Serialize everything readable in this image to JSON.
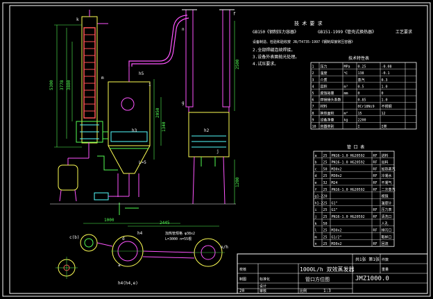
{
  "title_block": {
    "name_line1": "1000L/h 双效蒸发器",
    "name_line2": "管口方位图",
    "drawing_no": "JMZ1000.0",
    "scale": "1:3",
    "sheet": "20",
    "weight_label": "共1张 第1张"
  },
  "notes": {
    "heading": "技 术 要 求",
    "line1_a": "GB150《钢制压力容器》",
    "line1_b": "GB151-1999《管壳式换热器》",
    "line1_c": "工艺要求",
    "line2": "设备制造、检验和验收按  JB/T4735-1997《钢制焊接常压容器》",
    "line3": "2.全部焊缝连续焊接。",
    "line4": "3.设备外表面抛光处理。",
    "line5": "4.试压要求。"
  },
  "spec_table": {
    "heading": "技术特性表",
    "rows": [
      [
        "1",
        "压力",
        "MPa",
        "0.25",
        "-0.08"
      ],
      [
        "2",
        "温度",
        "℃",
        "138",
        "-0.1"
      ],
      [
        "3",
        "介质",
        "",
        "蒸汽",
        "0.3"
      ],
      [
        "4",
        "容积",
        "m³",
        "0.5",
        "1.0"
      ],
      [
        "5",
        "腐蚀裕量",
        "mm",
        "0",
        "0"
      ],
      [
        "6",
        "焊接接头系数",
        "",
        "0.85",
        "1.0"
      ],
      [
        "7",
        "材料",
        "",
        "0Cr18Ni9",
        "不锈钢"
      ],
      [
        "8",
        "换热面积",
        "m²",
        "15",
        "12"
      ],
      [
        "9",
        "设备净重",
        "kg",
        "2200",
        ""
      ],
      [
        "10",
        "容器类别",
        "",
        "I",
        "I类"
      ]
    ]
  },
  "nozzle_table": {
    "heading": "管 口 表",
    "rows": [
      [
        "a",
        "25",
        "PN16-1.0 HG20592",
        "RF",
        "进料"
      ],
      [
        "b",
        "25",
        "PN16-1.0 HG20592",
        "RF",
        "出料"
      ],
      [
        "c",
        "50",
        "M30x2",
        "RF",
        "加热蒸汽"
      ],
      [
        "d",
        "25",
        "M30x2",
        "RF",
        "冷凝水"
      ],
      [
        "e",
        "32",
        "M24",
        "RF",
        "不凝气"
      ],
      [
        "f",
        "25",
        "PN16-1.0 HG20592",
        "RF",
        "二次蒸汽"
      ],
      [
        "g1-2",
        "20",
        "",
        "",
        "视镜"
      ],
      [
        "h1-2",
        "25",
        "G1\"",
        "",
        "温度计"
      ],
      [
        "i",
        "25",
        "G1\"",
        "RF",
        "压力表"
      ],
      [
        "j",
        "25",
        "PN16-1.0 HG20592",
        "RF",
        "清洗口"
      ],
      [
        "k",
        "50",
        "",
        "",
        "人孔"
      ],
      [
        "l",
        "25",
        "M30x2",
        "RF",
        "排污口"
      ],
      [
        "m",
        "25",
        "G1/2\"",
        "",
        "取样口"
      ],
      [
        "n",
        "25",
        "M30x2",
        "RF",
        "回流"
      ]
    ]
  },
  "dimensions": {
    "d3778": "3778",
    "d3880": "3880",
    "d5300": "5300",
    "d2500": "2500",
    "d1340": "1340",
    "d2050": "2050",
    "d1000": "1000",
    "d2445": "2445",
    "d1200": "1200"
  },
  "labels": {
    "pipe_note": "加热管规格 φ38x2",
    "pipe_note2": "L=3000  n=55根",
    "h5": "h5",
    "h2": "h2",
    "h3": "h3",
    "h4": "h4",
    "h4e": "h4(h4,e)",
    "c_b": "c(b)",
    "l5": "L=5",
    "f_label": "f",
    "n_label": "n",
    "g_label": "g",
    "i_label": "i",
    "j_label": "j",
    "k_label": "k",
    "m_label": "m",
    "a_label": "a",
    "d_label": "d",
    "e_label": "e",
    "ehh": "e/h",
    "l_label": "L",
    "b_label": "b"
  },
  "title_block_cells": {
    "c1": "设计",
    "c2": "审核",
    "c3": "比例",
    "c4": "件数",
    "c5": "重量",
    "c6": "校核",
    "c7": "制图",
    "c8": "标准化"
  },
  "colors": {
    "frame": "#ffffff",
    "vessel": "#ffff55",
    "pipe": "#ff55ff",
    "dim": "#55ff55",
    "heating": "#ff5555",
    "aux": "#55ffff"
  }
}
